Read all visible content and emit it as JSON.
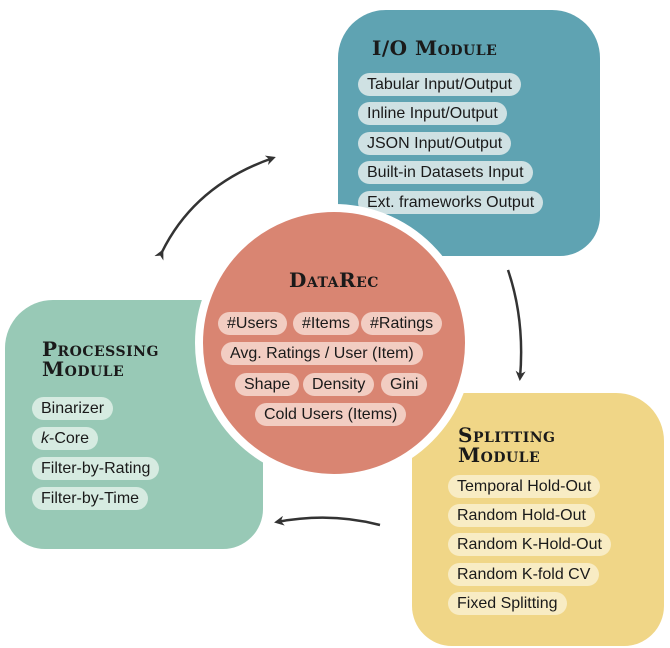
{
  "io_module": {
    "title": "I/O Module",
    "items": [
      "Tabular Input/Output",
      "Inline Input/Output",
      "JSON Input/Output",
      "Built-in Datasets Input",
      "Ext. frameworks Output"
    ]
  },
  "processing_module": {
    "title_line1": "Processing",
    "title_line2": "Module",
    "items": [
      "Binarizer",
      "-Core",
      "Filter-by-Rating",
      "Filter-by-Time"
    ],
    "kcore_prefix": "k"
  },
  "splitting_module": {
    "title_line1": "Splitting",
    "title_line2": "Module",
    "items": [
      "Temporal Hold-Out",
      "Random Hold-Out",
      "Random K-Hold-Out",
      "Random K-fold CV",
      "Fixed Splitting"
    ]
  },
  "datarec": {
    "title": "DataRec",
    "items": [
      "#Users",
      "#Items",
      "#Ratings",
      "Avg. Ratings / User (Item)",
      "Shape",
      "Density",
      "Gini",
      "Cold Users (Items)"
    ]
  },
  "colors": {
    "io": "#5fa3b2",
    "processing": "#98c9b6",
    "splitting": "#f0d687",
    "datarec": "#d98572"
  }
}
